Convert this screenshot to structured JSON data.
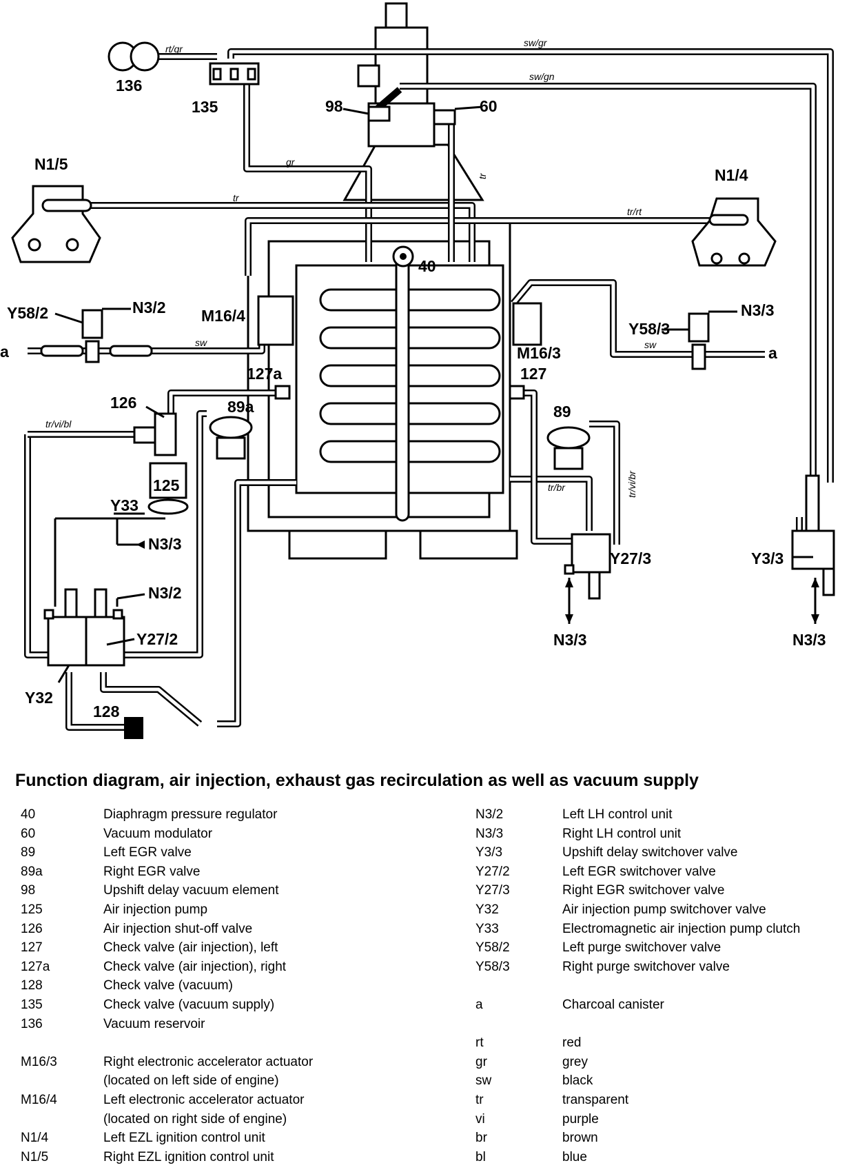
{
  "diagram": {
    "labels": {
      "l136": "136",
      "l135": "135",
      "l98": "98",
      "l60": "60",
      "lN15": "N1/5",
      "lN14": "N1/4",
      "l40": "40",
      "lY582": "Y58/2",
      "lN32a": "N3/2",
      "lM164": "M16/4",
      "lY583": "Y58/3",
      "lN33a": "N3/3",
      "la1": "a",
      "la2": "a",
      "lM163": "M16/3",
      "l127a": "127a",
      "l127": "127",
      "l126": "126",
      "l89a": "89a",
      "l89": "89",
      "l125": "125",
      "lY33": "Y33",
      "lN33b": "N3/3",
      "lN32b": "N3/2",
      "lY272": "Y27/2",
      "lY32": "Y32",
      "l128": "128",
      "lY273": "Y27/3",
      "lN33c": "N3/3",
      "lY33v": "Y3/3",
      "lN33d": "N3/3"
    },
    "hose_labels": {
      "rtgr": "rt/gr",
      "swgr": "sw/gr",
      "swgn": "sw/gn",
      "gr": "gr",
      "tr1": "tr",
      "tr2": "tr",
      "trrt": "tr/rt",
      "sw1": "sw",
      "sw2": "sw",
      "trvibl": "tr/vi/bl",
      "trbr": "tr/br",
      "trvibr": "tr/vi/br"
    }
  },
  "caption": "Function diagram, air injection, exhaust gas recirculation as well as vacuum supply",
  "legend_left": [
    {
      "code": "40",
      "desc": "Diaphragm pressure regulator"
    },
    {
      "code": "60",
      "desc": "Vacuum modulator"
    },
    {
      "code": "89",
      "desc": "Left EGR valve"
    },
    {
      "code": "89a",
      "desc": "Right EGR valve"
    },
    {
      "code": "98",
      "desc": "Upshift delay vacuum element"
    },
    {
      "code": "125",
      "desc": "Air injection pump"
    },
    {
      "code": "126",
      "desc": "Air injection shut-off valve"
    },
    {
      "code": "127",
      "desc": "Check valve (air injection), left"
    },
    {
      "code": "127a",
      "desc": "Check valve (air injection), right"
    },
    {
      "code": "128",
      "desc": "Check valve (vacuum)"
    },
    {
      "code": "135",
      "desc": "Check valve (vacuum supply)"
    },
    {
      "code": "136",
      "desc": "Vacuum reservoir"
    },
    {
      "code": "",
      "desc": ""
    },
    {
      "code": "M16/3",
      "desc": "Right electronic accelerator actuator"
    },
    {
      "code": "",
      "desc": "(located on left side of engine)"
    },
    {
      "code": "M16/4",
      "desc": "Left electronic accelerator actuator"
    },
    {
      "code": "",
      "desc": "(located on right side of engine)"
    },
    {
      "code": "N1/4",
      "desc": "Left EZL ignition control unit"
    },
    {
      "code": "N1/5",
      "desc": "Right EZL ignition control unit"
    }
  ],
  "legend_right": [
    {
      "code": "N3/2",
      "desc": "Left LH control unit"
    },
    {
      "code": "N3/3",
      "desc": "Right LH control unit"
    },
    {
      "code": "Y3/3",
      "desc": "Upshift delay switchover valve"
    },
    {
      "code": "Y27/2",
      "desc": "Left EGR switchover valve"
    },
    {
      "code": "Y27/3",
      "desc": "Right EGR switchover valve"
    },
    {
      "code": "Y32",
      "desc": "Air injection pump switchover valve"
    },
    {
      "code": "Y33",
      "desc": "Electromagnetic air injection pump clutch"
    },
    {
      "code": "Y58/2",
      "desc": "Left purge switchover valve"
    },
    {
      "code": "Y58/3",
      "desc": "Right purge switchover valve"
    },
    {
      "code": "",
      "desc": ""
    },
    {
      "code": "a",
      "desc": "Charcoal canister"
    },
    {
      "code": "",
      "desc": ""
    },
    {
      "code": "rt",
      "desc": "red"
    },
    {
      "code": "gr",
      "desc": "grey"
    },
    {
      "code": "sw",
      "desc": "black"
    },
    {
      "code": "tr",
      "desc": "transparent"
    },
    {
      "code": "vi",
      "desc": "purple"
    },
    {
      "code": "br",
      "desc": "brown"
    },
    {
      "code": "bl",
      "desc": "blue"
    }
  ]
}
